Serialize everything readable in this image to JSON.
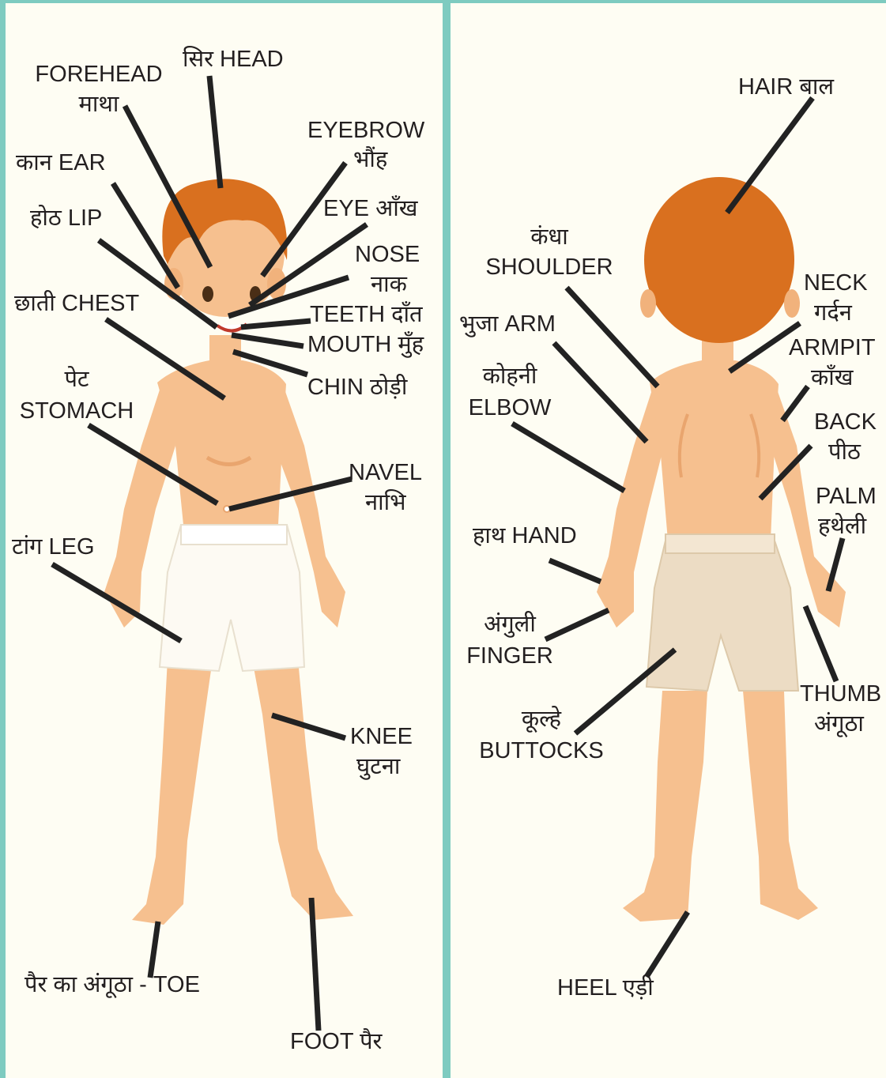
{
  "front": {
    "head": "सिर  HEAD",
    "forehead_en": "FOREHEAD",
    "forehead_hi": "माथा",
    "eyebrow_en": "EYEBROW",
    "eyebrow_hi": "भौंह",
    "ear": "कान  EAR",
    "eye": "EYE  आँख",
    "lip": "होठ  LIP",
    "nose_en": "NOSE",
    "nose_hi": "नाक",
    "chest": "छाती  CHEST",
    "teeth": "TEETH दाँत",
    "mouth": "MOUTH मुँह",
    "stomach_hi": "पेट",
    "stomach_en": "STOMACH",
    "chin": "CHIN  ठोड़ी",
    "navel_en": "NAVEL",
    "navel_hi": "नाभि",
    "leg": "टांग  LEG",
    "knee_en": "KNEE",
    "knee_hi": "घुटना",
    "toe": "पैर  का  अंगूठा  - TOE",
    "foot": "FOOT  पैर"
  },
  "back": {
    "hair": "HAIR  बाल",
    "shoulder_hi": "कंधा",
    "shoulder_en": "SHOULDER",
    "neck_en": "NECK",
    "neck_hi": "गर्दन",
    "arm": "भुजा  ARM",
    "armpit_en": "ARMPIT",
    "armpit_hi": "काँख",
    "elbow_hi": "कोहनी",
    "elbow_en": "ELBOW",
    "back_en": "BACK",
    "back_hi": "पीठ",
    "palm_en": "PALM",
    "palm_hi": "हथेली",
    "hand": "हाथ  HAND",
    "finger_hi": "अंगुली",
    "finger_en": "FINGER",
    "thumb_en": "THUMB",
    "thumb_hi": "अंगूठा",
    "buttocks_hi": "कूल्हे",
    "buttocks_en": "BUTTOCKS",
    "heel": "HEEL एड़ी"
  },
  "colors": {
    "skin": "#f6c08f",
    "skin_shadow": "#e9a56e",
    "hair": "#d9701f",
    "shorts_front": "#fdfaf3",
    "shorts_back": "#ecdcc4",
    "pointer": "#222222",
    "divider": "#7ecbc0",
    "panel": "#fefdf3"
  }
}
